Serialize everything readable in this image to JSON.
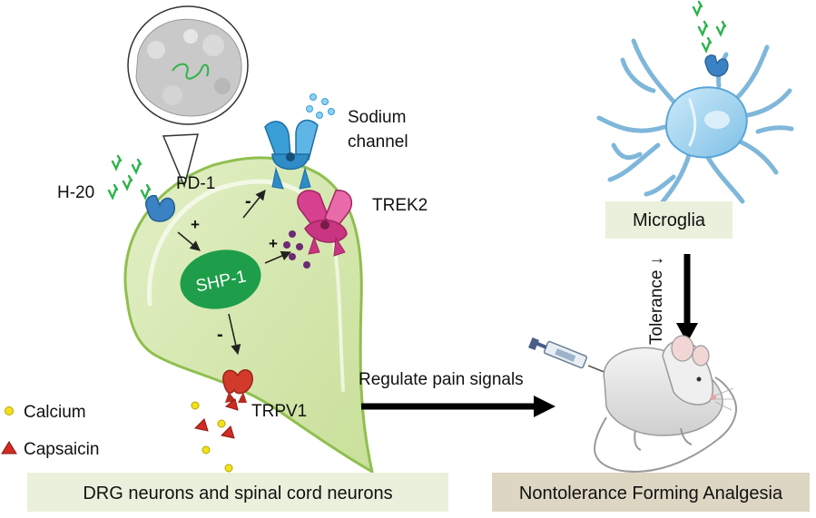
{
  "labels": {
    "h20": "H-20",
    "pd1": "PD-1",
    "sodium_line1": "Sodium",
    "sodium_line2": "channel",
    "trek2": "TREK2",
    "shp1": "SHP-1",
    "trpv1": "TRPV1",
    "calcium": "Calcium",
    "capsaicin": "Capsaicin",
    "regulate": "Regulate pain signals",
    "microglia": "Microglia",
    "tolerance": "Tolerance ↓",
    "drg_box": "DRG neurons and spinal cord neurons",
    "nontolerance_box": "Nontolerance Forming Analgesia"
  },
  "signs": {
    "pd1_to_shp1": "+",
    "shp1_to_sodium": "-",
    "shp1_to_trek2": "+",
    "shp1_to_trpv1": "-"
  },
  "colors": {
    "neuron_fill": "#d6e8b0",
    "neuron_stroke": "#8fbf4e",
    "shp1_fill": "#1e9e4a",
    "sodium_channel": "#3a9fd6",
    "trek2": "#d8418f",
    "trpv1": "#d23a2c",
    "microglia": "#a9d6f0",
    "box_green": "#e9f1dc",
    "box_tan": "#ddd6c3",
    "calcium": "#f2e21c",
    "capsaicin": "#d12b24",
    "h20_peptide": "#2db34a"
  }
}
